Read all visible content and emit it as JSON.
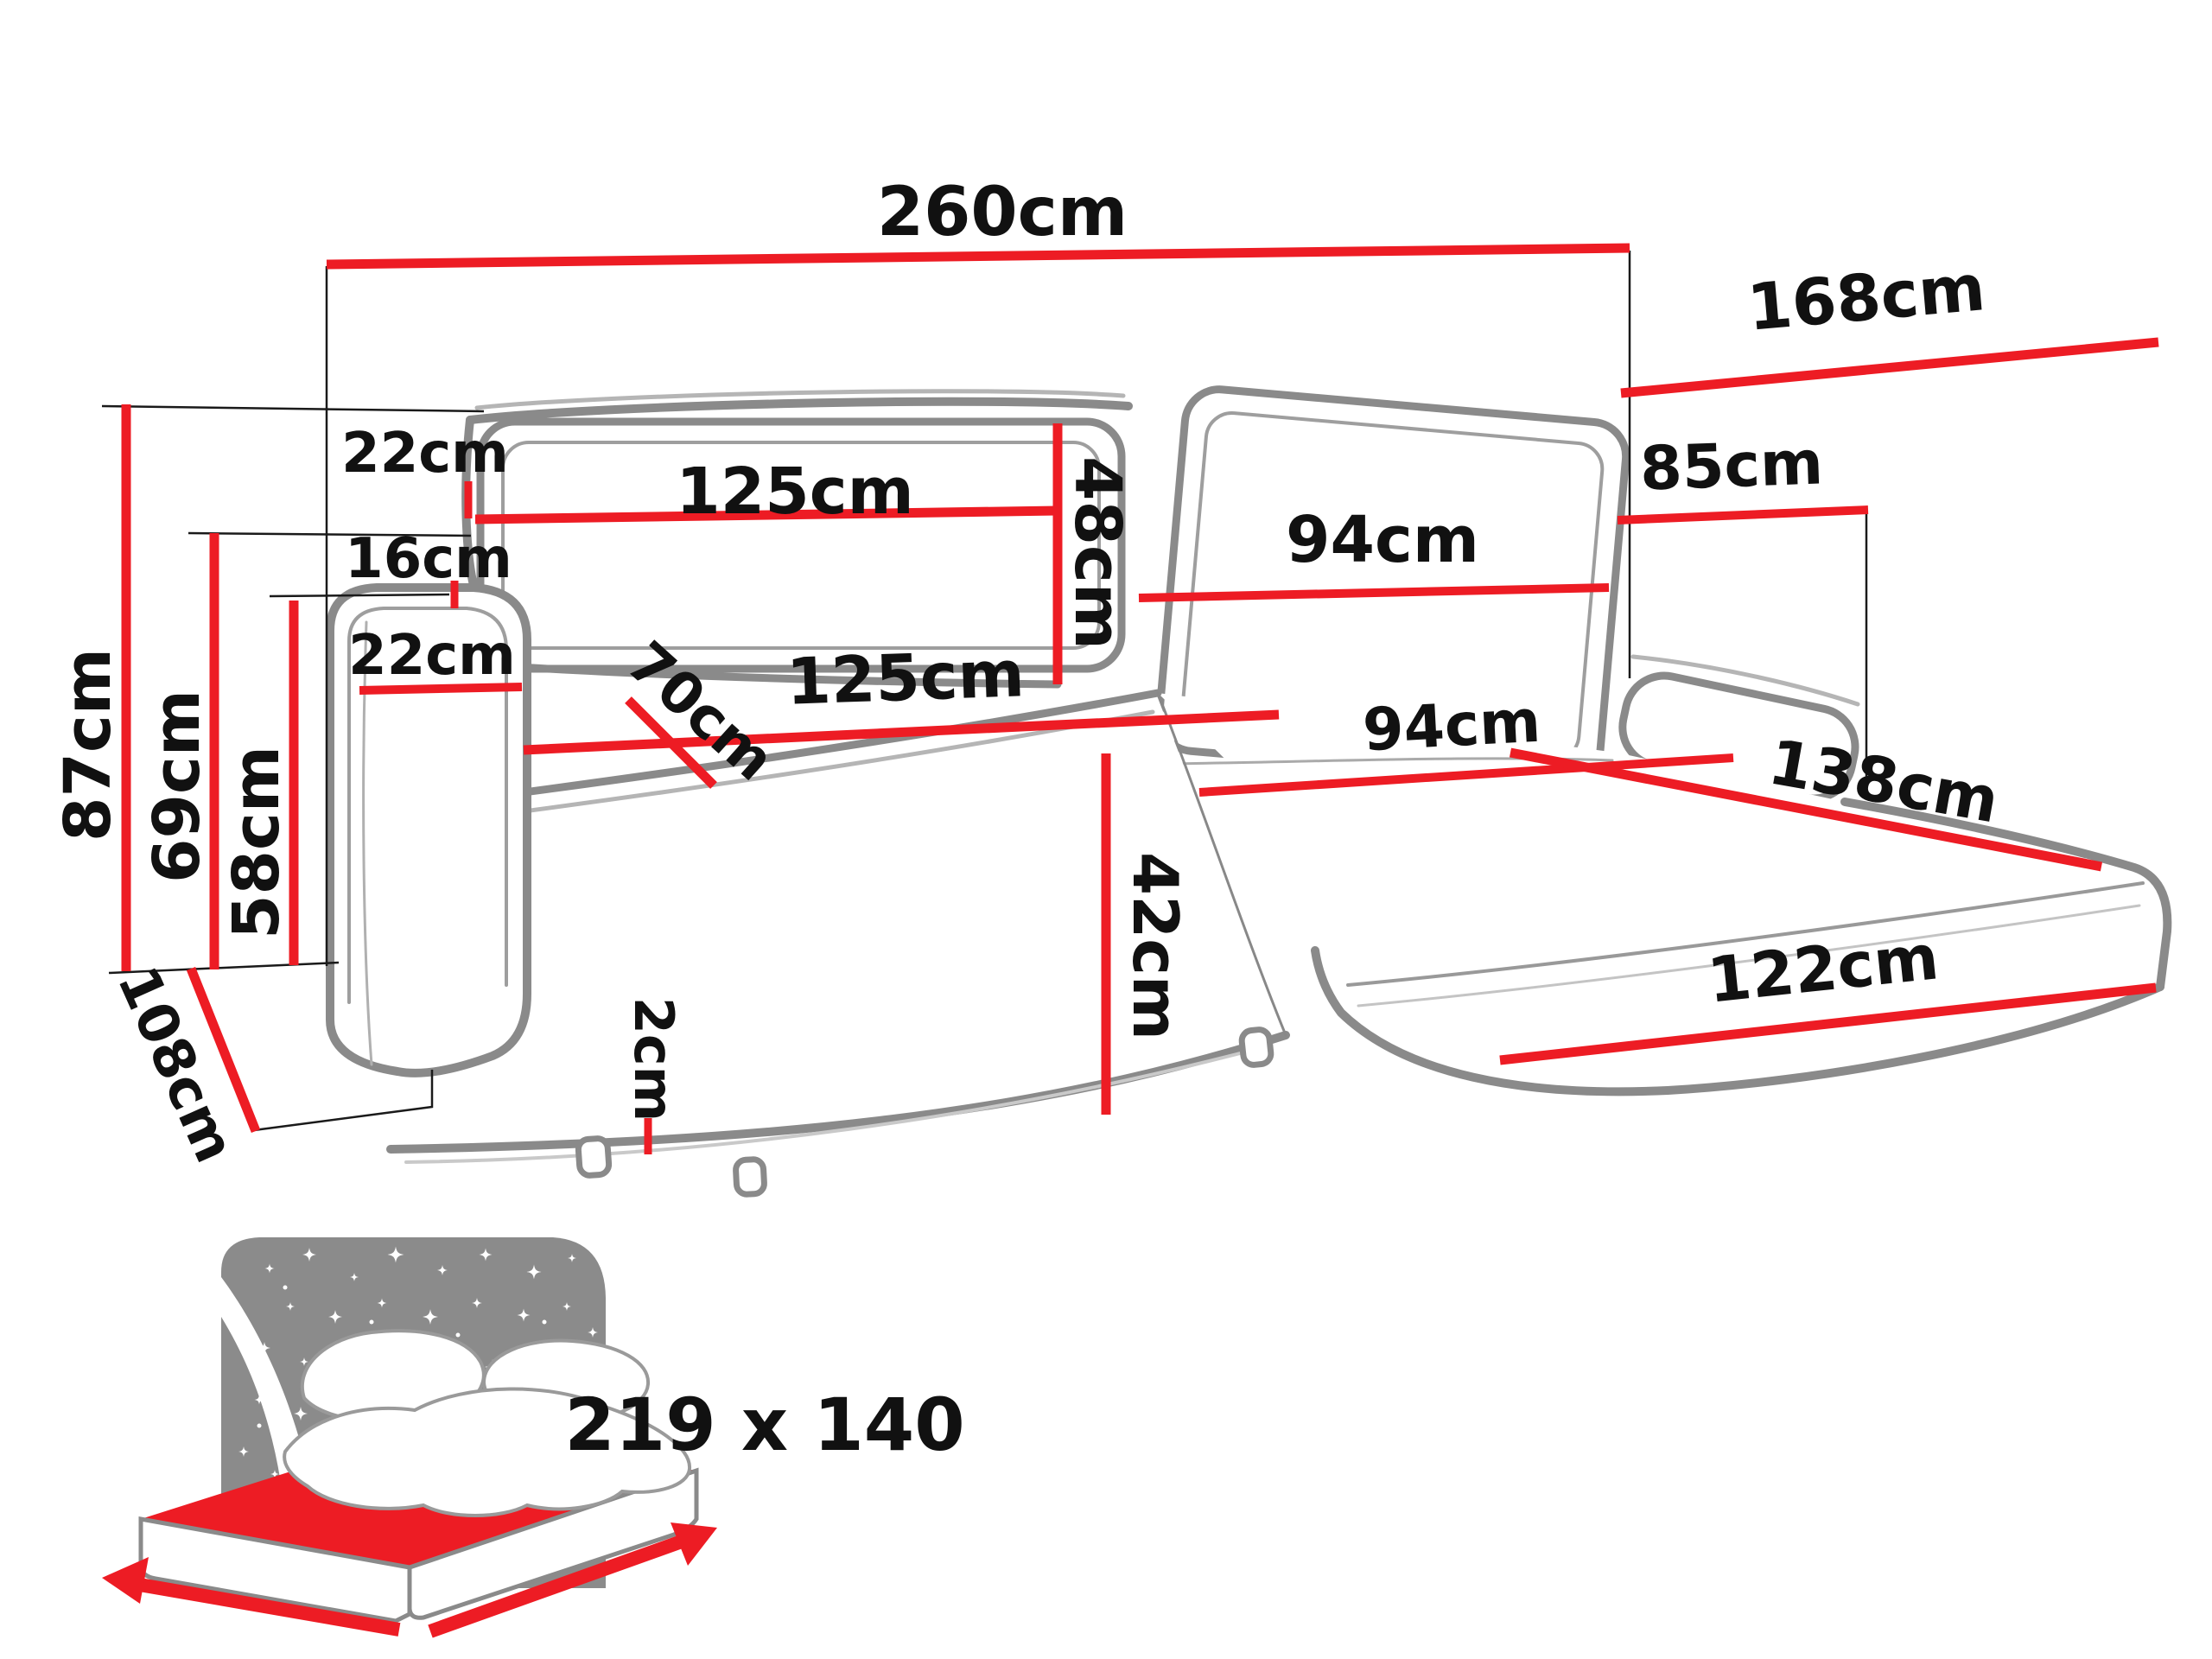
{
  "colors": {
    "red": "#ED1C24",
    "sofa_outline": "#8A8A8A",
    "outline_light": "#B5B5B5",
    "text": "#111111",
    "sleep_text": "#8A8A8A",
    "star": "#FFFFFF"
  },
  "dims": {
    "total_width": "260cm",
    "chaise_length": "168cm",
    "chaise_back_height": "85cm",
    "total_height": "87cm",
    "back_height": "69cm",
    "armrest_height": "58cm",
    "depth": "108cm",
    "cushion_thickness": "22cm",
    "gap_back": "16cm",
    "armrest_width": "22cm",
    "back_cushion_width": "125cm",
    "back_cushion_height": "48cm",
    "right_cushion_width": "94cm",
    "seat_depth": "70cm",
    "seat_width": "125cm",
    "chaise_seat_width": "94cm",
    "chaise_diagonal": "138cm",
    "seat_front_height": "42cm",
    "leg_height": "2cm",
    "chaise_front_length": "122cm"
  },
  "sleeping_area": {
    "size": "219 x 140"
  }
}
